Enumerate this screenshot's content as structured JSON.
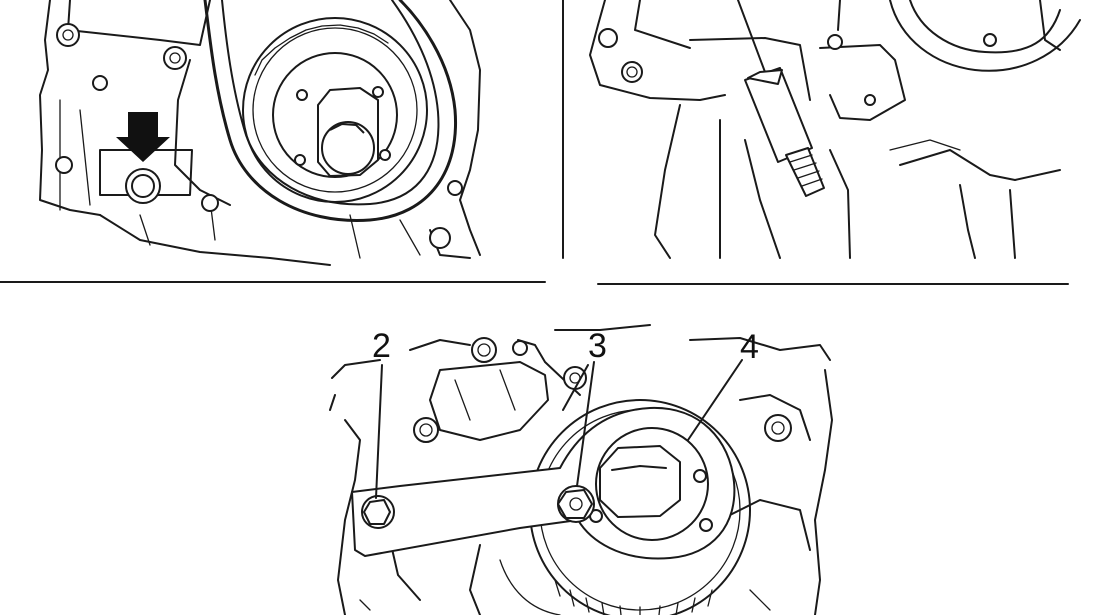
{
  "figure": {
    "callouts": [
      {
        "id": "2",
        "label": "2"
      },
      {
        "id": "3",
        "label": "3"
      },
      {
        "id": "4",
        "label": "4"
      }
    ],
    "colors": {
      "ink": "#1a1a1a",
      "background": "#ffffff"
    },
    "icons": [
      "down-arrow-icon"
    ]
  }
}
